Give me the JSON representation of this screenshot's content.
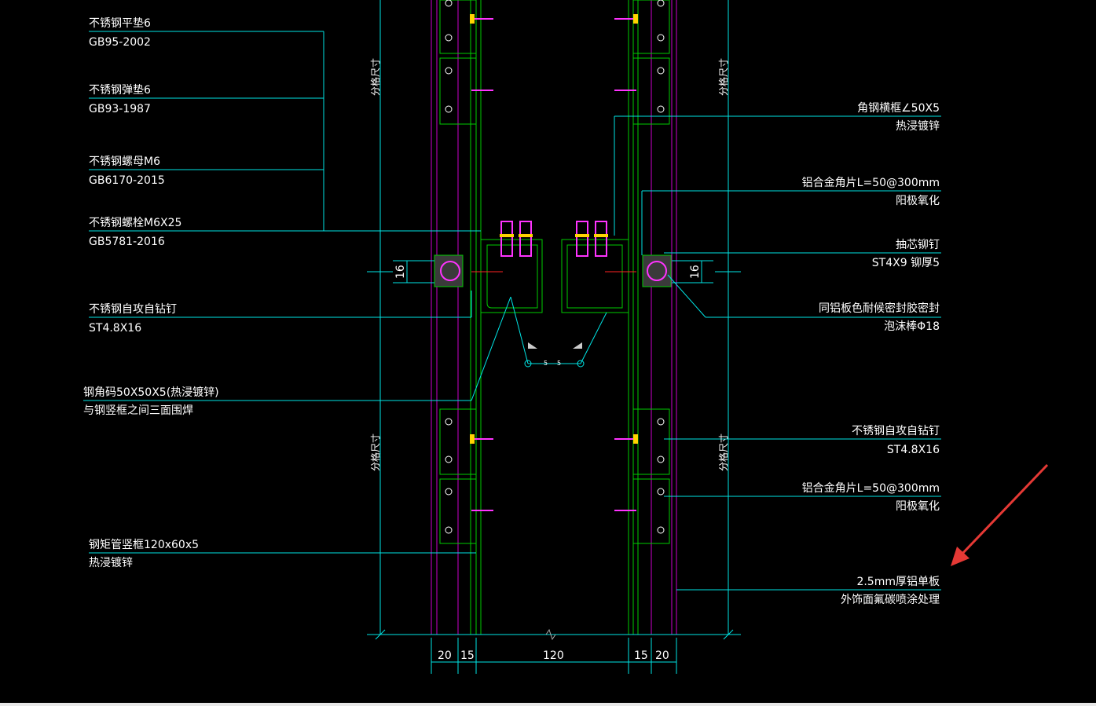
{
  "colors": {
    "background": "#000000",
    "leader": "#00e5e5",
    "frame": "#00cc00",
    "panel": "#cc00cc",
    "bolt": "#ff33ff",
    "marker": "#ff2222",
    "text": "#ffffff",
    "arrow": "#e53935"
  },
  "left_labels": {
    "washer_flat": {
      "line1": "不锈钢平垫6",
      "line2": "GB95-2002"
    },
    "washer_spring": {
      "line1": "不锈钢弹垫6",
      "line2": "GB93-1987"
    },
    "nut": {
      "line1": "不锈钢螺母M6",
      "line2": "GB6170-2015"
    },
    "bolt": {
      "line1": "不锈钢螺栓M6X25",
      "line2": "GB5781-2016"
    },
    "self_drill_screw": {
      "line1": "不锈钢自攻自钻钉",
      "line2": "ST4.8X16"
    },
    "steel_angle": {
      "line1": "钢角码50X50X5(热浸镀锌)",
      "line2": "与钢竖框之间三面围焊"
    },
    "steel_tube": {
      "line1": "钢矩管竖框120x60x5",
      "line2": "热浸镀锌"
    }
  },
  "right_labels": {
    "angle_frame": {
      "line1": "角钢横框∠50X5",
      "line2": "热浸镀锌"
    },
    "alu_angle_top": {
      "line1": "铝合金角片L=50@300mm",
      "line2": "阳极氧化"
    },
    "rivet": {
      "line1": "抽芯铆钉",
      "line2": "ST4X9 铆厚5"
    },
    "sealant": {
      "line1": "同铝板色耐候密封胶密封",
      "line2": "泡沫棒Φ18"
    },
    "self_drill_screw": {
      "line1": "不锈钢自攻自钻钉",
      "line2": "ST4.8X16"
    },
    "alu_angle_bottom": {
      "line1": "铝合金角片L=50@300mm",
      "line2": "阳极氧化"
    },
    "alu_panel": {
      "line1": "2.5mm厚铝单板",
      "line2": "外饰面氟碳喷涂处理"
    }
  },
  "vertical_labels": {
    "grid_size": "分格尺寸"
  },
  "dimensions": {
    "joint_left": "16",
    "joint_right": "16",
    "bottom": [
      "20",
      "15",
      "120",
      "15",
      "20"
    ],
    "weld": "5",
    "weld2": "5"
  },
  "annotation": {
    "arrow": "red-arrow-pointer"
  }
}
